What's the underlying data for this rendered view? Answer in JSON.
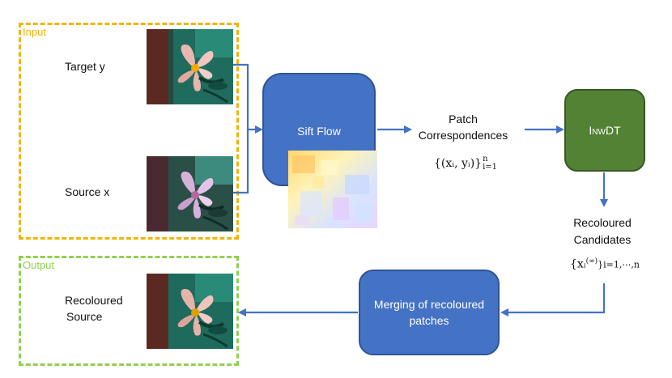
{
  "input_group": {
    "title": "Input"
  },
  "output_group": {
    "title": "Output"
  },
  "labels": {
    "target": "Target y",
    "source": "Source x",
    "recoloured_source_line1": "Recoloured",
    "recoloured_source_line2": "Source"
  },
  "nodes": {
    "sift_flow": "Sift Flow",
    "inwdt": "InwDT",
    "merging": "Merging of recoloured patches"
  },
  "texts": {
    "patch_line1": "Patch",
    "patch_line2": "Correspondences",
    "candidates_line1": "Recoloured",
    "candidates_line2": "Candidates"
  },
  "math": {
    "correspondences": "{(xᵢ, yᵢ)}",
    "correspondences_sup": "n",
    "correspondences_sub": "i=1",
    "candidates": "{xᵢ",
    "candidates_sup": "(∞)",
    "candidates_sub": "}i=1,⋯,n"
  },
  "colors": {
    "input_border": "#f4b400",
    "output_border": "#8fd14f",
    "blue_node": "#4472c4",
    "green_node": "#548235",
    "arrow": "#4472c4"
  },
  "icons": {
    "target_image": "flower-photo",
    "source_image": "flower-photo-tinted",
    "output_image": "flower-photo-recoloured",
    "flow_map": "sift-flow-color-map"
  }
}
